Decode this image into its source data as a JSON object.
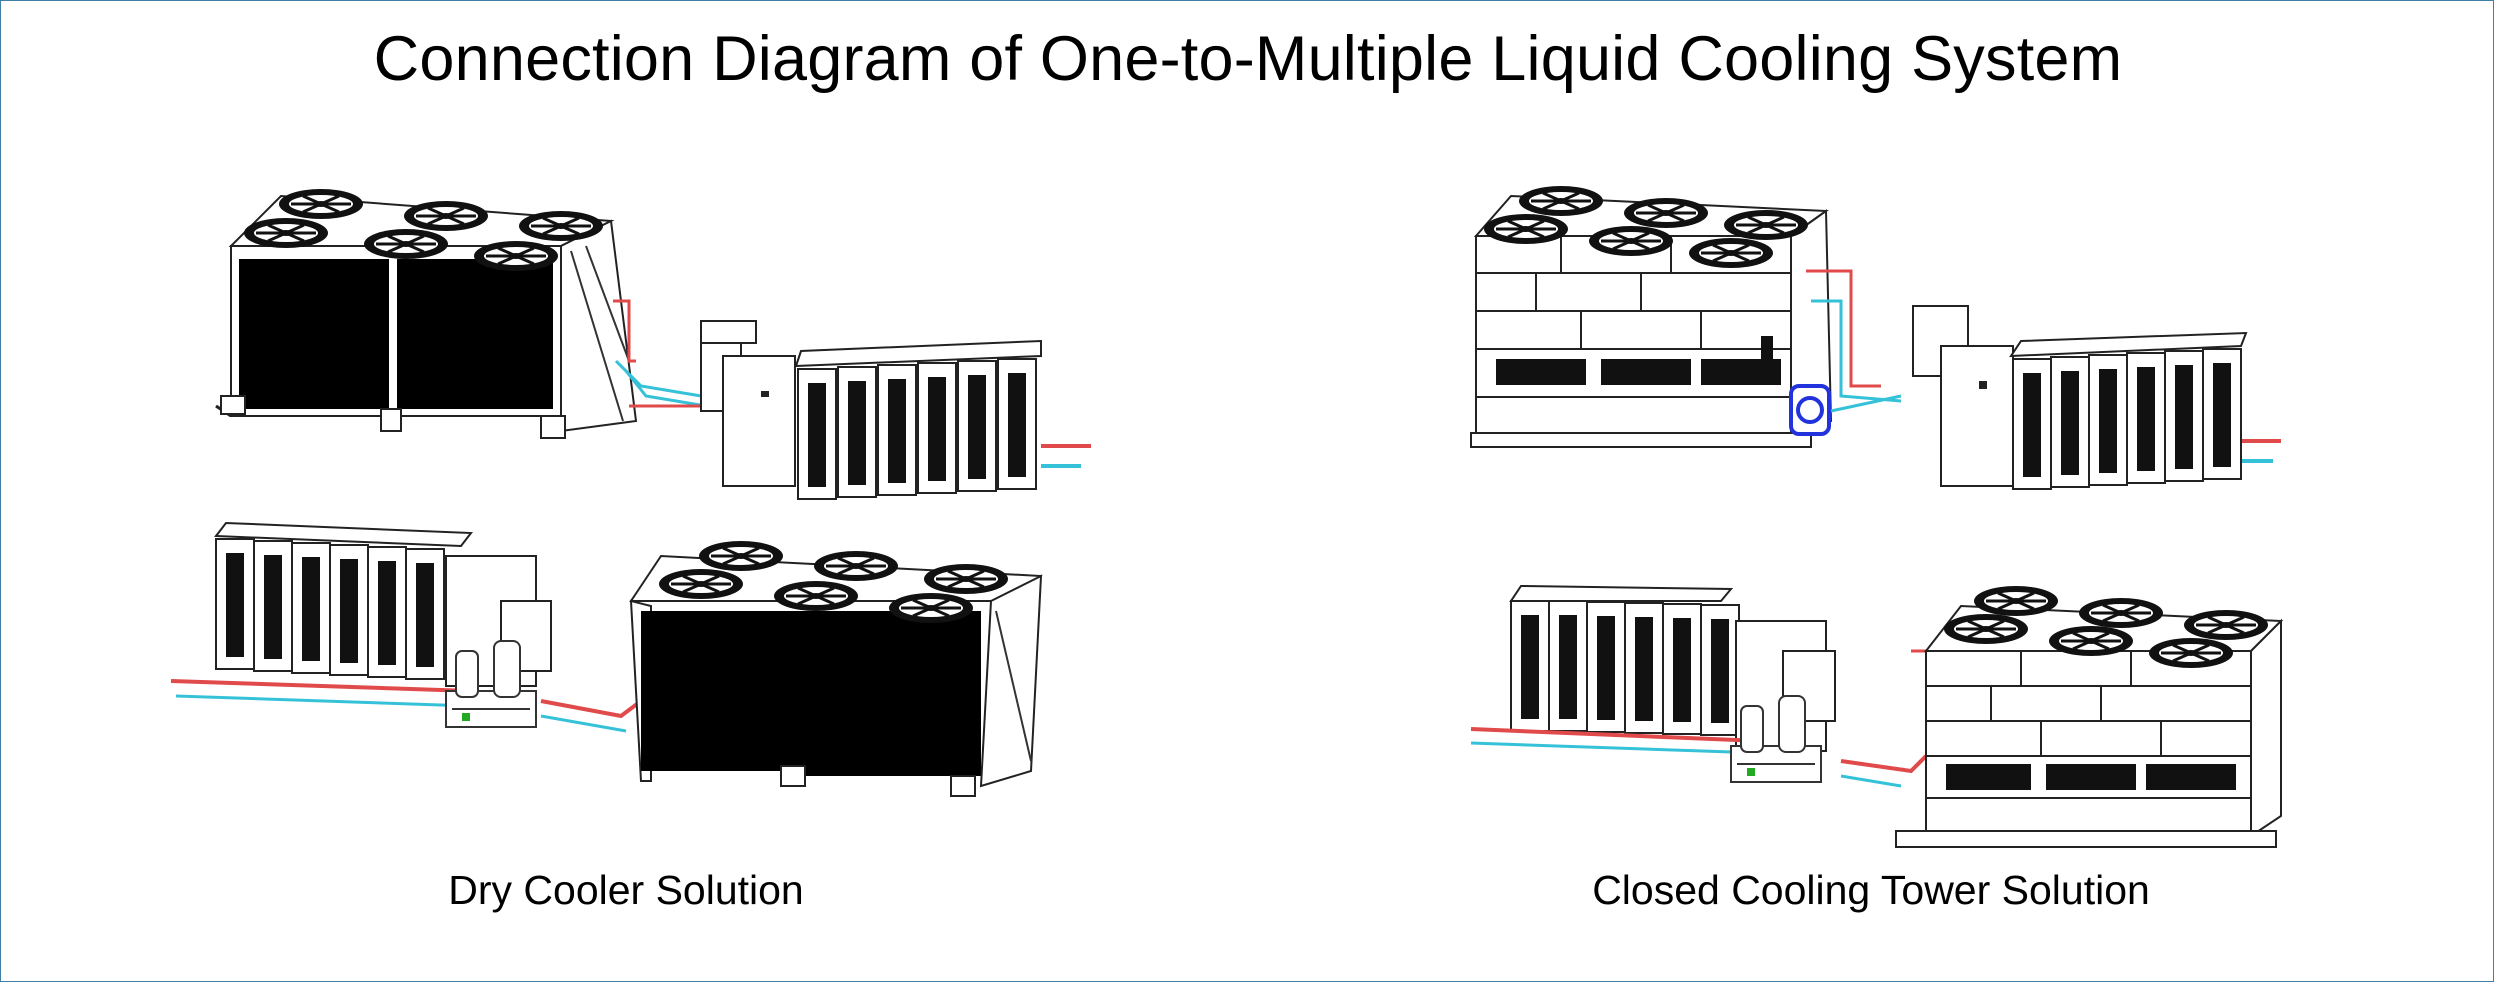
{
  "title": "Connection Diagram of One-to-Multiple Liquid Cooling System",
  "solutions": [
    {
      "label": "Dry Cooler Solution"
    },
    {
      "label": "Closed Cooling Tower Solution"
    }
  ],
  "colors": {
    "border": "#3f7fa5",
    "hot_pipe": "#e04a4a",
    "cold_pipe": "#35c2d8",
    "pump_highlight": "#2233dd",
    "coil_panel": "#000000"
  }
}
